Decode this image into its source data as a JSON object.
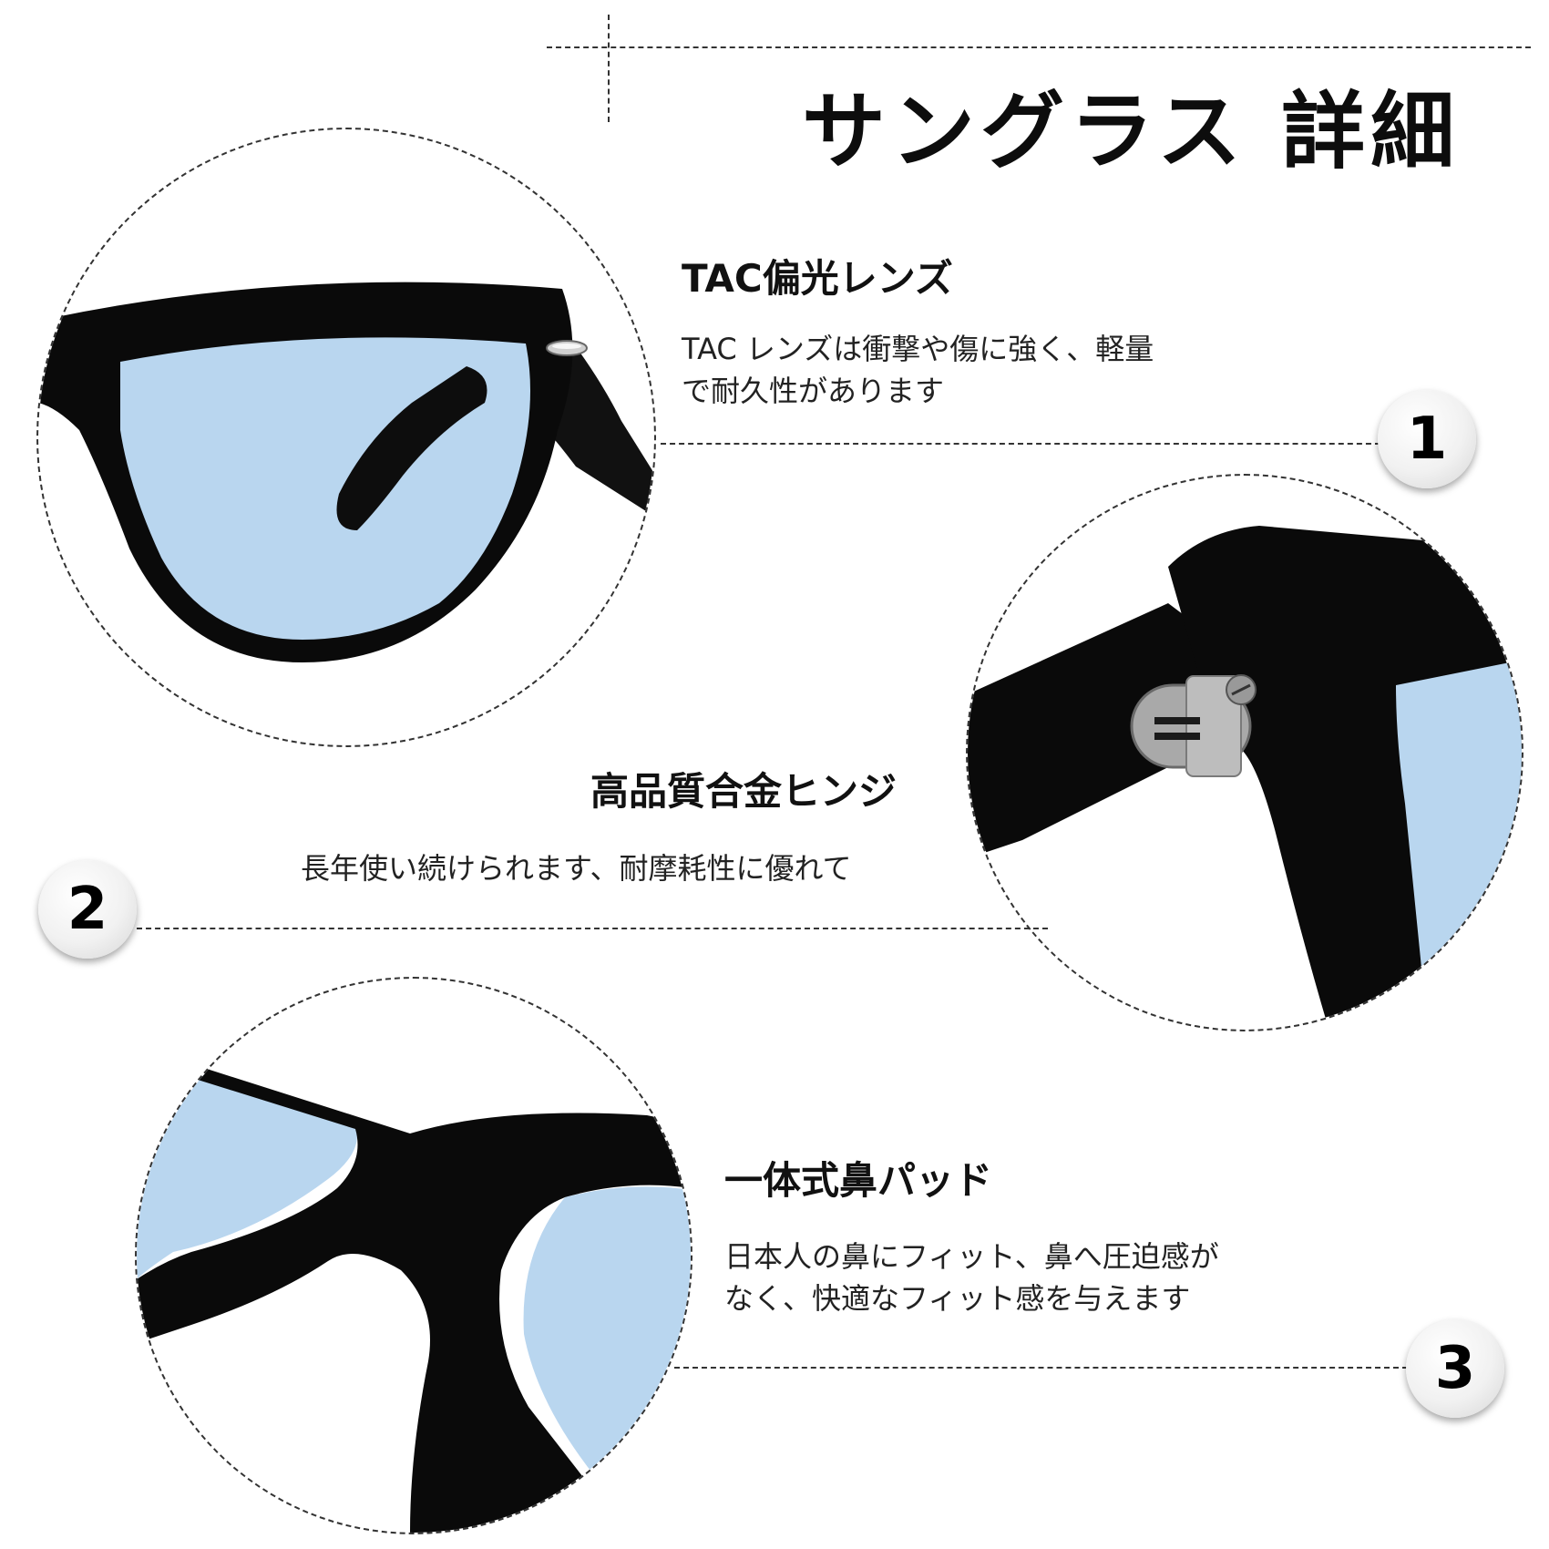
{
  "title": "サングラス 詳細",
  "features": [
    {
      "number": "1",
      "heading": "TAC偏光レンズ",
      "description_lines": [
        "TAC レンズは衝撃や傷に強く、軽量",
        "で耐久性があります"
      ]
    },
    {
      "number": "2",
      "heading": "高品質合金ヒンジ",
      "description_lines": [
        "長年使い続けられます、耐摩耗性に優れて"
      ]
    },
    {
      "number": "3",
      "heading": "一体式鼻パッド",
      "description_lines": [
        "日本人の鼻にフィット、鼻へ圧迫感が",
        "なく、快適なフィット感を与えます"
      ]
    }
  ],
  "colors": {
    "lens": "#b9d6ef",
    "frame": "#0a0a0a",
    "hinge_metal": "#a9a9a9",
    "dashed_line": "#333333"
  }
}
